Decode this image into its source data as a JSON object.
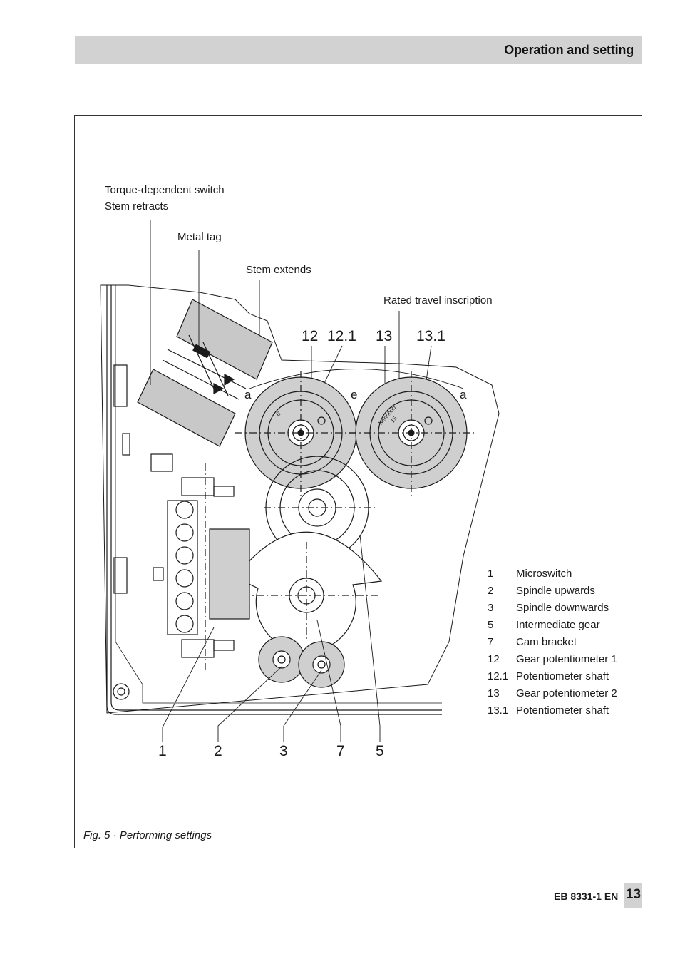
{
  "header": {
    "title": "Operation and setting"
  },
  "figure": {
    "labels": {
      "torque_switch": "Torque-dependent switch",
      "stem_retracts": "Stem retracts",
      "metal_tag": "Metal tag",
      "stem_extends": "Stem extends",
      "rated_travel": "Rated travel inscription"
    },
    "top_numbers": [
      "12",
      "12.1",
      "13",
      "13.1"
    ],
    "bottom_numbers": [
      "1",
      "2",
      "3",
      "7",
      "5"
    ],
    "marks": [
      "a",
      "e",
      "a"
    ],
    "gear_text": {
      "b": "B",
      "nennhub": "Nennhub",
      "value": "15"
    },
    "legend": [
      {
        "num": "1",
        "text": "Microswitch"
      },
      {
        "num": "2",
        "text": "Spindle upwards"
      },
      {
        "num": "3",
        "text": "Spindle downwards"
      },
      {
        "num": "5",
        "text": "Intermediate gear"
      },
      {
        "num": "7",
        "text": "Cam bracket"
      },
      {
        "num": "12",
        "text": "Gear potentiometer 1"
      },
      {
        "num": "12.1",
        "text": "Potentiometer shaft"
      },
      {
        "num": "13",
        "text": "Gear potentiometer 2"
      },
      {
        "num": "13.1",
        "text": "Potentiometer shaft"
      }
    ],
    "caption": "Fig. 5 · Performing settings"
  },
  "footer": {
    "doc_code": "EB 8331-1 EN",
    "page_number": "13"
  }
}
